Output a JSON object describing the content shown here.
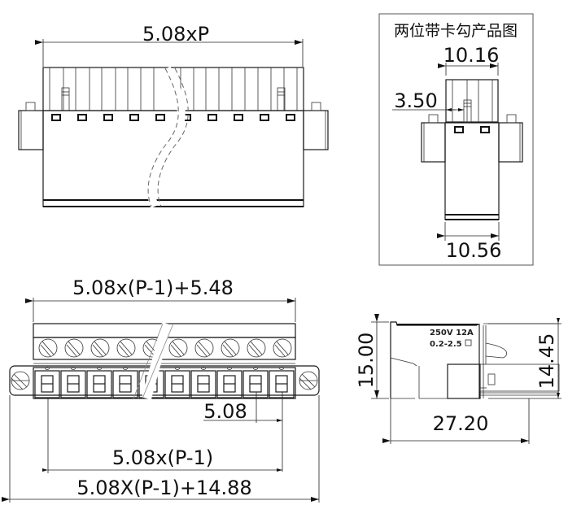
{
  "drawing": {
    "type": "connector-dimension-drawing",
    "pitch_mm": 5.08
  },
  "front_view": {
    "overall_width_label": "5.08xP",
    "break_symbol": "wavy-break"
  },
  "two_pin_inset": {
    "title": "两位带卡勾产品图",
    "top_width_label": "10.16",
    "latch_offset_label": "3.50",
    "bottom_width_label": "10.56"
  },
  "top_view": {
    "body_width_label": "5.08x(P-1)+5.48",
    "pitch_label": "5.08",
    "pin_span_label": "5.08x(P-1)",
    "flange_width_label": "5.08X(P-1)+14.88",
    "screw_count_shown": 10
  },
  "side_view": {
    "height_left_label": "15.00",
    "height_right_label": "14.45",
    "depth_label": "27.20",
    "rating_line1": "250V  12A",
    "rating_line2": "0.2-2.5",
    "wire_unit_icon": "square-mm2-icon"
  }
}
